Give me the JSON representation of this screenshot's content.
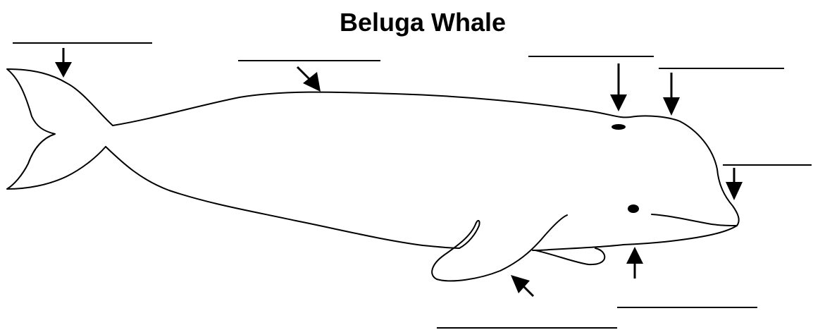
{
  "title": "Beluga Whale",
  "colors": {
    "ink": "#000000",
    "background": "#ffffff"
  },
  "labels": [
    {
      "id": "tail-fluke",
      "text": ""
    },
    {
      "id": "dorsal-ridge",
      "text": ""
    },
    {
      "id": "blowhole",
      "text": ""
    },
    {
      "id": "melon",
      "text": ""
    },
    {
      "id": "rostrum",
      "text": ""
    },
    {
      "id": "throat",
      "text": ""
    },
    {
      "id": "flipper",
      "text": ""
    }
  ]
}
